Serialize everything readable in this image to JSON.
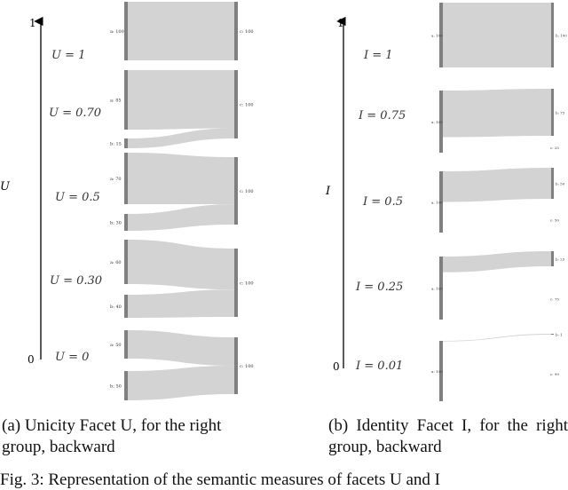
{
  "panel_a": {
    "axis_label": "U",
    "axis_top": "1",
    "axis_bottom": "0",
    "caption": "(a) Unicity Facet U, for the right group, backward",
    "blocks": [
      {
        "label": "U = 1",
        "sources": [
          {
            "name": "a",
            "value": 100
          }
        ],
        "targets": [
          {
            "name": "c",
            "value": 100
          }
        ],
        "source_labels": [
          "a: 100"
        ],
        "target_labels": [
          "c: 100"
        ]
      },
      {
        "label": "U = 0.70",
        "sources": [
          {
            "name": "a",
            "value": 85
          },
          {
            "name": "b",
            "value": 15
          }
        ],
        "targets": [
          {
            "name": "c",
            "value": 100
          }
        ],
        "source_labels": [
          "a: 85",
          "b: 15"
        ],
        "target_labels": [
          "c: 100"
        ]
      },
      {
        "label": "U = 0.5",
        "sources": [
          {
            "name": "a",
            "value": 70
          },
          {
            "name": "b",
            "value": 30
          }
        ],
        "targets": [
          {
            "name": "c",
            "value": 100
          }
        ],
        "source_labels": [
          "a: 70",
          "b: 30"
        ],
        "target_labels": [
          "c: 100"
        ]
      },
      {
        "label": "U = 0.30",
        "sources": [
          {
            "name": "a",
            "value": 60
          },
          {
            "name": "b",
            "value": 40
          }
        ],
        "targets": [
          {
            "name": "c",
            "value": 100
          }
        ],
        "source_labels": [
          "a: 60",
          "b: 40"
        ],
        "target_labels": [
          "c: 100"
        ]
      },
      {
        "label": "U = 0",
        "sources": [
          {
            "name": "a",
            "value": 50
          },
          {
            "name": "b",
            "value": 50
          }
        ],
        "targets": [
          {
            "name": "c",
            "value": 100
          }
        ],
        "source_labels": [
          "a: 50",
          "b: 50"
        ],
        "target_labels": [
          "c: 100"
        ]
      }
    ]
  },
  "panel_b": {
    "axis_label": "I",
    "axis_top": "1",
    "axis_bottom": "0",
    "caption": "(b) Identity Facet I, for the right group, backward",
    "blocks": [
      {
        "label": "I = 1",
        "sources": [
          {
            "name": "a",
            "value": 100
          }
        ],
        "targets": [
          {
            "name": "b",
            "value": 100
          }
        ],
        "source_labels": [
          "a: 100"
        ],
        "target_labels": [
          "b: 100"
        ]
      },
      {
        "label": "I = 0.75",
        "sources": [
          {
            "name": "a",
            "value": 100
          }
        ],
        "targets": [
          {
            "name": "b",
            "value": 75
          },
          {
            "name": "c",
            "value": 25
          }
        ],
        "source_labels": [
          "a: 100"
        ],
        "target_labels": [
          "b: 75",
          "c: 25"
        ]
      },
      {
        "label": "I = 0.5",
        "sources": [
          {
            "name": "a",
            "value": 100
          }
        ],
        "targets": [
          {
            "name": "b",
            "value": 50
          },
          {
            "name": "c",
            "value": 50
          }
        ],
        "source_labels": [
          "a: 100"
        ],
        "target_labels": [
          "b: 50",
          "c: 50"
        ]
      },
      {
        "label": "I = 0.25",
        "sources": [
          {
            "name": "a",
            "value": 100
          }
        ],
        "targets": [
          {
            "name": "b",
            "value": 25
          },
          {
            "name": "c",
            "value": 75
          }
        ],
        "source_labels": [
          "a: 100"
        ],
        "target_labels": [
          "b: 25",
          "c: 75"
        ]
      },
      {
        "label": "I = 0.01",
        "sources": [
          {
            "name": "a",
            "value": 100
          }
        ],
        "targets": [
          {
            "name": "b",
            "value": 1
          },
          {
            "name": "c",
            "value": 99
          }
        ],
        "source_labels": [
          "a: 100"
        ],
        "target_labels": [
          "b: 1",
          "c: 99"
        ]
      }
    ]
  },
  "figure_caption": "Fig. 3: Representation of the semantic measures of facets U and I",
  "colors": {
    "flow": "#d3d3d3",
    "node": "#808080",
    "axis": "#000000"
  }
}
